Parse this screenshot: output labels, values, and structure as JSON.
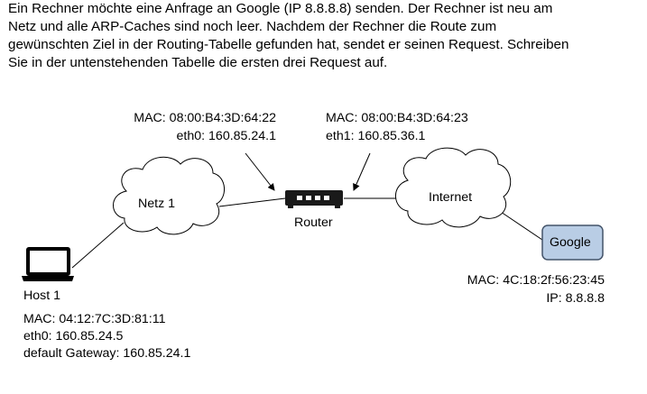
{
  "intro": {
    "lines": [
      "Ein Rechner möchte eine Anfrage an Google (IP 8.8.8.8) senden. Der Rechner ist neu am",
      "Netz und alle ARP-Caches sind noch leer. Nachdem der Rechner die Route zum",
      "gewünschten Ziel in der Routing-Tabelle gefunden hat, sendet er seinen Request. Schreiben",
      "Sie in der untenstehenden Tabelle die ersten drei Request auf."
    ]
  },
  "router": {
    "label": "Router",
    "eth0_mac": "MAC: 08:00:B4:3D:64:22",
    "eth0_ip": "eth0: 160.85.24.1",
    "eth1_mac": "MAC: 08:00:B4:3D:64:23",
    "eth1_ip": "eth1: 160.85.36.1"
  },
  "netz1": {
    "label": "Netz 1"
  },
  "internet": {
    "label": "Internet"
  },
  "google": {
    "label": "Google",
    "mac": "MAC: 4C:18:2f:56:23:45",
    "ip": "IP: 8.8.8.8"
  },
  "host": {
    "label": "Host 1",
    "mac": "MAC: 04:12:7C:3D:81:11",
    "eth0": "eth0: 160.85.24.5",
    "gateway": "default Gateway: 160.85.24.1"
  },
  "colors": {
    "google_fill": "#b9cde5",
    "google_stroke": "#44546a",
    "line": "#000000"
  },
  "icons": {
    "host": "laptop-icon",
    "router": "router-icon"
  }
}
